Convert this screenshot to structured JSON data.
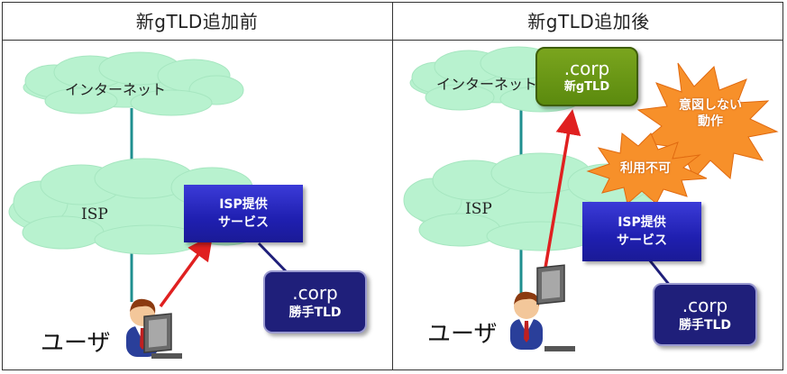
{
  "panels": {
    "before": {
      "title": "新gTLD追加前",
      "internet_label": "インターネット",
      "isp_label": "ISP",
      "service_line1": "ISP提供",
      "service_line2": "サービス",
      "local_line1": ".corp",
      "local_line2": "勝手TLD",
      "user_label": "ユーザ"
    },
    "after": {
      "title": "新gTLD追加後",
      "internet_label": "インターネット",
      "isp_label": "ISP",
      "newtld_line1": ".corp",
      "newtld_line2": "新gTLD",
      "burst_unexpected_line1": "意図しない",
      "burst_unexpected_line2": "動作",
      "burst_unavailable": "利用不可",
      "service_line1": "ISP提供",
      "service_line2": "サービス",
      "local_line1": ".corp",
      "local_line2": "勝手TLD",
      "user_label": "ユーザ"
    }
  },
  "colors": {
    "cloud_fill": "#b8f2cf",
    "cloud_stroke": "#9fe0ba",
    "link_line": "#1f8f8f",
    "arrow": "#e02020",
    "service_box": "#2828c0",
    "local_box": "#1f1f7a",
    "newtld_box": "#6b9a14",
    "burst_fill": "#f7902a"
  }
}
